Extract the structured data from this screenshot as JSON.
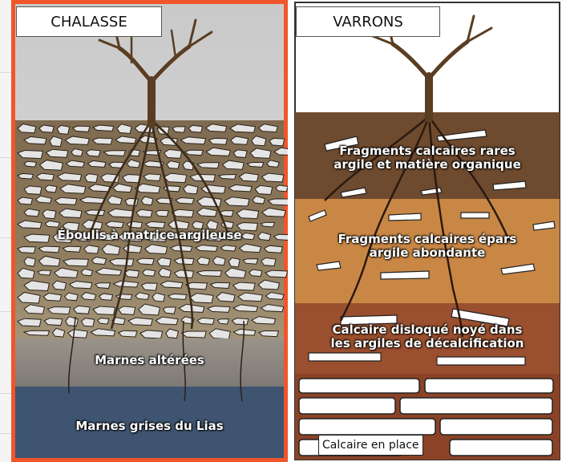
{
  "panels": [
    {
      "title": "CHALASSE",
      "layers": [
        "Éboulis à matrice argileuse",
        "Marnes altérées",
        "Marnes grises du Lias"
      ]
    },
    {
      "title": "VARRONS",
      "layers": [
        {
          "line1": "Fragments calcaires rares",
          "line2": "argile et matière organique"
        },
        {
          "line1": "Fragments calcaires épars",
          "line2": "argile abondante"
        },
        {
          "line1": "Calcaire disloqué noyé dans",
          "line2": "les argiles de décalcification"
        }
      ],
      "bedrock": "Calcaire en place"
    }
  ],
  "colors": {
    "chalasse_frame": "#f0562a",
    "sky": "#d9d9d9",
    "rubble_matrix": "#8a7252",
    "marl_altered": "#8b8682",
    "marl_grey": "#3e5470",
    "varrons_top": "#6e4a2e",
    "varrons_mid": "#c98745",
    "varrons_low": "#9a4f2e",
    "bedrock": "#8a4326"
  }
}
